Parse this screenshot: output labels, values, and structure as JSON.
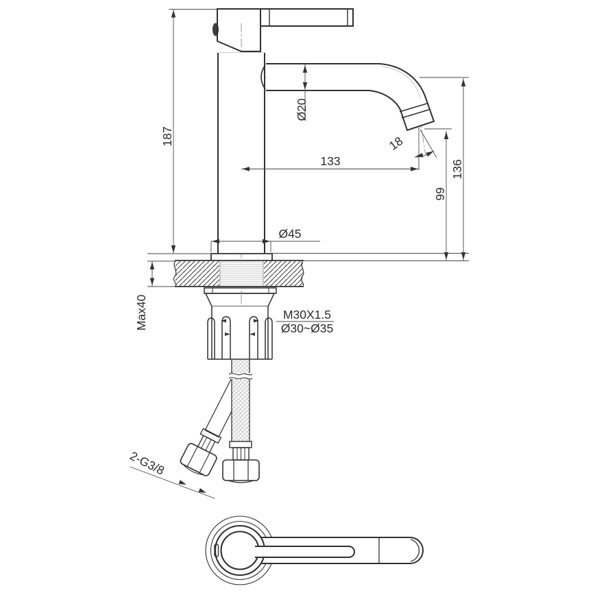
{
  "drawing": {
    "title": "faucet-installation-dimension-drawing",
    "colors": {
      "background": "#ffffff",
      "line": "#2f2f2f",
      "dimension": "#474747",
      "thread_texture": "#c2c2c2",
      "braid_texture": "#b5b5b5"
    },
    "dimensions": {
      "overall_height": "187",
      "spout_od": "Ø20",
      "spout_tilt_deg": "18",
      "spout_reach": "133",
      "outlet_clearance": "99",
      "spout_height": "136",
      "base_od": "Ø45",
      "max_mount_thickness": "Max40",
      "mount_thread": "M30X1.5",
      "hole_range": "Ø30~Ø35",
      "supply_connection": "2-G3/8"
    }
  }
}
